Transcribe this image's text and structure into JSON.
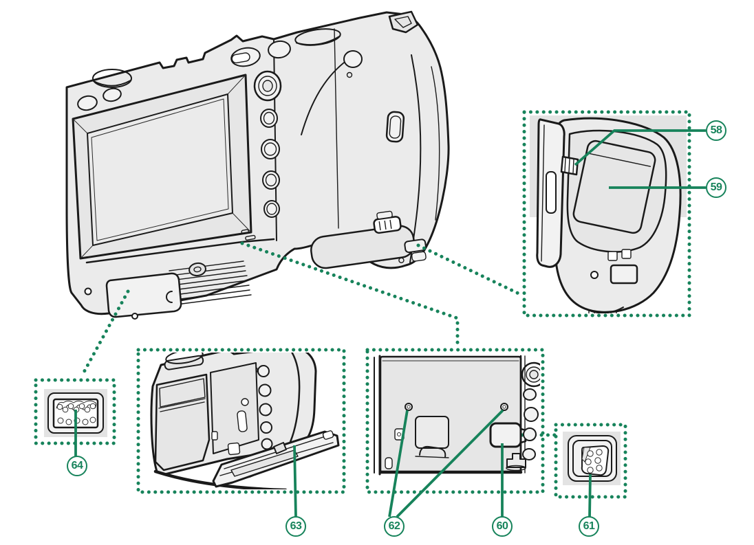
{
  "figure": {
    "callouts": [
      {
        "id": "58",
        "label": "58"
      },
      {
        "id": "59",
        "label": "59"
      },
      {
        "id": "60",
        "label": "60"
      },
      {
        "id": "61",
        "label": "61"
      },
      {
        "id": "62",
        "label": "62"
      },
      {
        "id": "63",
        "label": "63"
      },
      {
        "id": "64",
        "label": "64"
      }
    ],
    "colors": {
      "accent_green": "#17835b",
      "line_black": "#1a1a1a",
      "body_gray": "#ebebeb",
      "backdrop_gray": "#e3e3e3",
      "white": "#ffffff"
    }
  }
}
